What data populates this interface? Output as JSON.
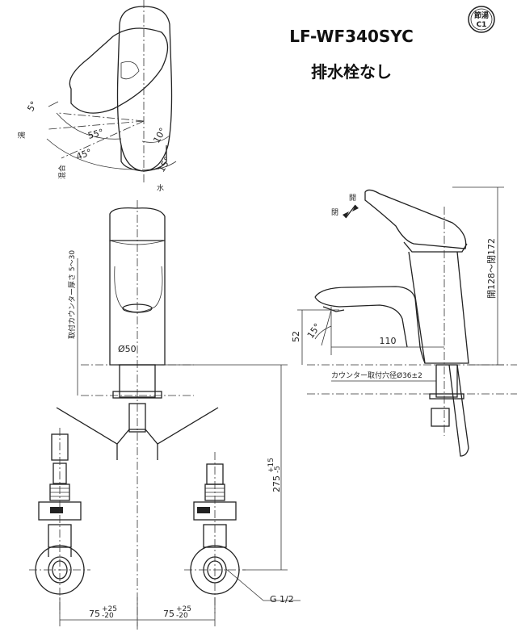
{
  "title": {
    "model": "LF-WF340SYC",
    "subtitle": "排水栓なし"
  },
  "badge": {
    "line1": "節湯",
    "line2": "C1"
  },
  "top_view": {
    "angles": [
      "5°",
      "55°",
      "45°",
      "10°",
      "15°"
    ],
    "labels": {
      "hot": "湯",
      "mix": "混合",
      "water": "水"
    }
  },
  "front_view": {
    "counter_note": "取付カウンター厚さ 5～30",
    "diameter": "Ø50",
    "pipe_length": "275",
    "pipe_length_tol_up": "+15",
    "pipe_length_tol_down": "-5",
    "offset_left": "75",
    "offset_left_tol_up": "+25",
    "offset_left_tol_down": "-20",
    "offset_right": "75",
    "offset_right_tol_up": "+25",
    "offset_right_tol_down": "-20",
    "thread": "G 1/2"
  },
  "side_view": {
    "open_label": "開",
    "close_label": "閉",
    "height_range": "開128～閉172",
    "spout_height": "52",
    "spout_reach": "110",
    "spout_angle": "15°",
    "hole_note": "カウンター取付穴径Ø36±2"
  }
}
